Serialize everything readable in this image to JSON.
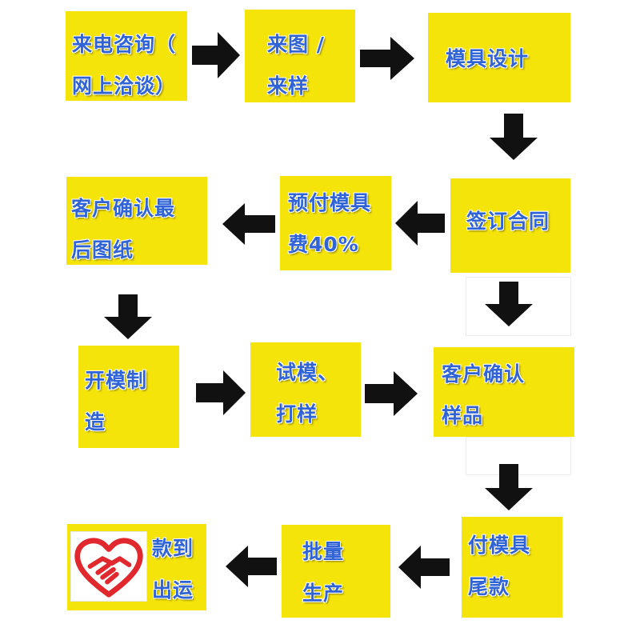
{
  "steps": {
    "s1": {
      "lines": [
        "来电咨询（",
        "网上洽谈）"
      ]
    },
    "s2": {
      "lines": [
        "来图 /",
        "来样"
      ]
    },
    "s3": {
      "lines": [
        "模具设计"
      ]
    },
    "s4": {
      "lines": [
        "签订合同"
      ]
    },
    "s5": {
      "lines": [
        "预付模具",
        "费40%"
      ]
    },
    "s6": {
      "lines": [
        "客户确认最",
        "后图纸"
      ]
    },
    "s7": {
      "lines": [
        "开模制",
        "造"
      ]
    },
    "s8": {
      "lines": [
        "试模、",
        "打样"
      ]
    },
    "s9": {
      "lines": [
        "客户确认",
        "样品"
      ]
    },
    "s10": {
      "lines": [
        "付模具",
        "尾款"
      ]
    },
    "s11": {
      "lines": [
        "批量",
        "生产"
      ]
    },
    "s12": {
      "lines": [
        "款到",
        "出运"
      ]
    }
  },
  "colors": {
    "box": "#f5e40a",
    "text": "#2f63d6",
    "arrow": "#111111",
    "heart": "#e0282e"
  },
  "icons": {
    "handshake": "handshake-heart-icon"
  }
}
